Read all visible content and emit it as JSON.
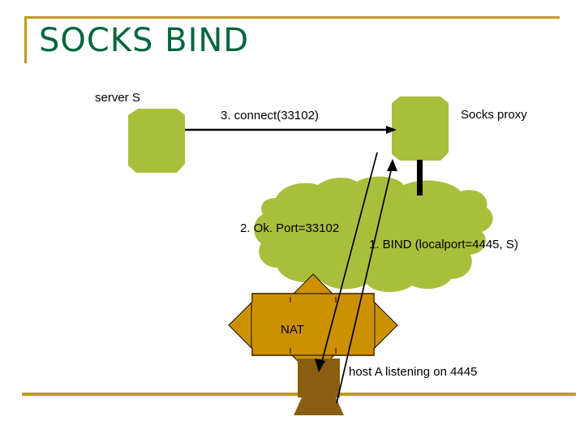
{
  "slide": {
    "title": "SOCKS BIND",
    "title_color": "#00663A",
    "frame_color": "#BF9B1E",
    "background": "#ffffff"
  },
  "palette": {
    "node_green": "#A8BF3C",
    "cloud_green": "#A8BF3C",
    "nat_orange": "#CC9000",
    "host_brown": "#8A5D12",
    "line_black": "#000000"
  },
  "nodes": [
    {
      "id": "server-s",
      "label": "server S",
      "shape": "box-3d",
      "color": "#A8BF3C"
    },
    {
      "id": "socks-proxy",
      "label": "Socks proxy",
      "shape": "box-3d",
      "color": "#A8BF3C"
    },
    {
      "id": "internet-cloud",
      "label": "",
      "shape": "cloud",
      "color": "#A8BF3C"
    },
    {
      "id": "nat",
      "label": "NAT",
      "shape": "quad-arrow",
      "color": "#CC9000"
    },
    {
      "id": "host-a",
      "label": "host A listening on 4445",
      "shape": "computer",
      "color": "#8A5D12"
    }
  ],
  "messages": [
    {
      "id": "msg-1-bind",
      "text": "1. BIND (localport=4445, S)",
      "direction": "host A -> Socks proxy"
    },
    {
      "id": "msg-2-ok",
      "text": "2. Ok. Port=33102",
      "direction": "Socks proxy -> host A"
    },
    {
      "id": "msg-3-connect",
      "text": "3. connect(33102)",
      "direction": "server S -> Socks proxy"
    }
  ],
  "labels": {
    "server": "server S",
    "proxy": "Socks proxy",
    "nat": "NAT",
    "host": "host A listening on 4445",
    "connect": "3. connect(33102)",
    "ok_port": "2. Ok. Port=33102",
    "bind": "1. BIND (localport=4445, S)"
  }
}
